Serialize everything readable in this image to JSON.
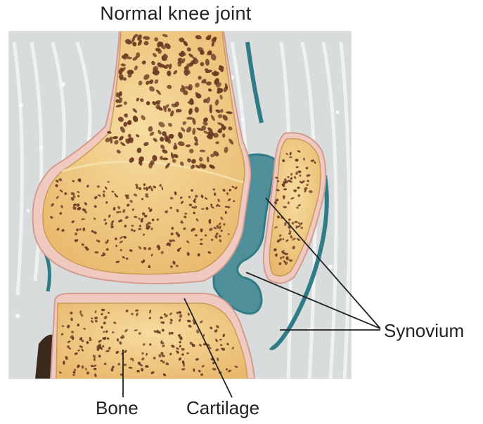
{
  "diagram": {
    "title": "Normal knee joint",
    "labels": {
      "bone": "Bone",
      "cartilage": "Cartilage",
      "synovium": "Synovium"
    },
    "colors": {
      "bone_fill": "#f2cd8a",
      "bone_pore": "#6e3b24",
      "cartilage": "#f1c9c0",
      "synovium": "#2f7b86",
      "synovial_fluid": "#4d8f9a",
      "tissue_bg": "#d7dadb",
      "tissue_stripe": "#eceeee"
    },
    "structures": [
      "femur",
      "tibia",
      "patella",
      "cartilage",
      "synovium",
      "joint capsule"
    ]
  }
}
